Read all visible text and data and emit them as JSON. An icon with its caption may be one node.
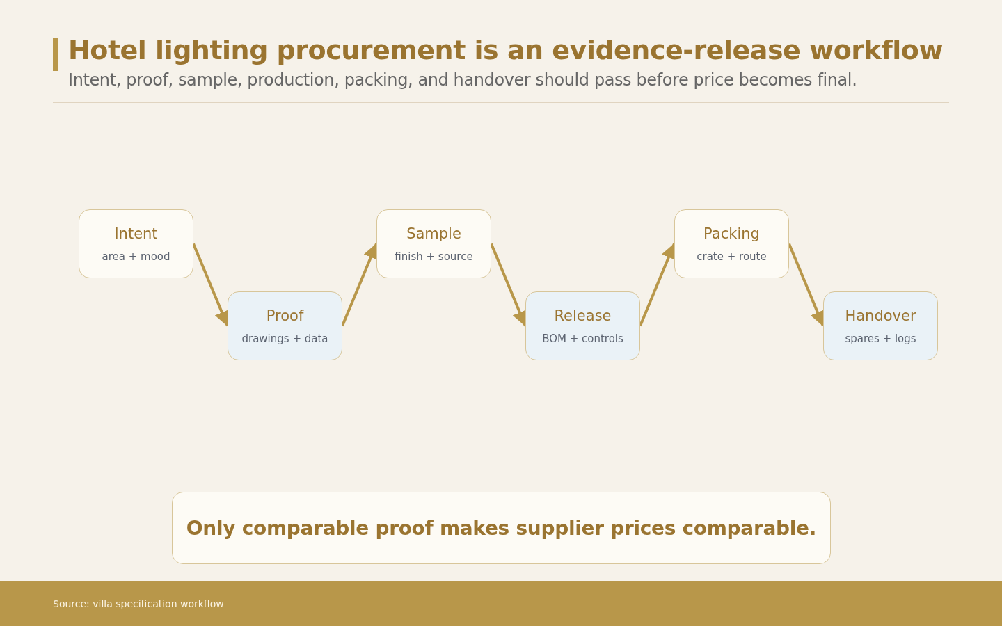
{
  "diagram": {
    "title": "Hotel lighting procurement is an evidence-release workflow",
    "nodes": [
      {
        "text": [
          "Intent",
          "area + mood"
        ]
      },
      {
        "text": [
          "Proof",
          "drawings + data"
        ]
      },
      {
        "text": [
          "Sample",
          "finish + source"
        ]
      },
      {
        "text": [
          "Release",
          "BOM + controls"
        ]
      },
      {
        "text": [
          "Packing",
          "crate + route"
        ]
      },
      {
        "text": [
          "Handover",
          "spares + logs"
        ]
      },
      {
        "text": [
          "Only comparable proof makes supplier prices comparable."
        ]
      }
    ],
    "edges": [
      {
        "from": 0,
        "to": 1,
        "arrow": "to"
      },
      {
        "from": 1,
        "to": 2,
        "arrow": "to"
      },
      {
        "from": 2,
        "to": 3,
        "arrow": "to"
      },
      {
        "from": 3,
        "to": 4,
        "arrow": "to"
      },
      {
        "from": 4,
        "to": 5,
        "arrow": "to"
      }
    ],
    "labels": [
      "Intent, proof, sample, production, packing, and handover should pass before price becomes final.",
      "Source: villa specification workflow"
    ]
  }
}
